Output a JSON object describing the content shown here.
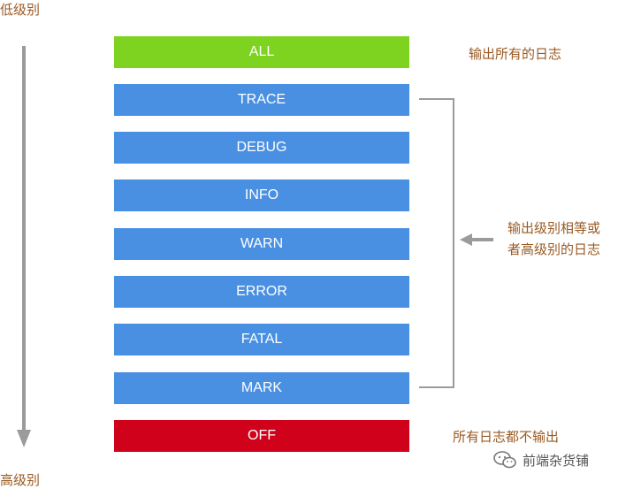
{
  "axis": {
    "top_label": "低级别",
    "bottom_label": "高级别"
  },
  "levels": [
    {
      "label": "ALL",
      "color": "#7ed321"
    },
    {
      "label": "TRACE",
      "color": "#4a90e2"
    },
    {
      "label": "DEBUG",
      "color": "#4a90e2"
    },
    {
      "label": "INFO",
      "color": "#4a90e2"
    },
    {
      "label": "WARN",
      "color": "#4a90e2"
    },
    {
      "label": "ERROR",
      "color": "#4a90e2"
    },
    {
      "label": "FATAL",
      "color": "#4a90e2"
    },
    {
      "label": "MARK",
      "color": "#4a90e2"
    },
    {
      "label": "OFF",
      "color": "#d0021b"
    }
  ],
  "annotations": {
    "all": "输出所有的日志",
    "range_line1": "输出级别相等或",
    "range_line2": "者高级别的日志",
    "off": "所有日志都不输出"
  },
  "watermark": {
    "text": "前端杂货铺",
    "icon": "wechat-icon"
  },
  "colors": {
    "annotation_text": "#9a5a23",
    "arrow_gray": "#9b9b9b"
  }
}
